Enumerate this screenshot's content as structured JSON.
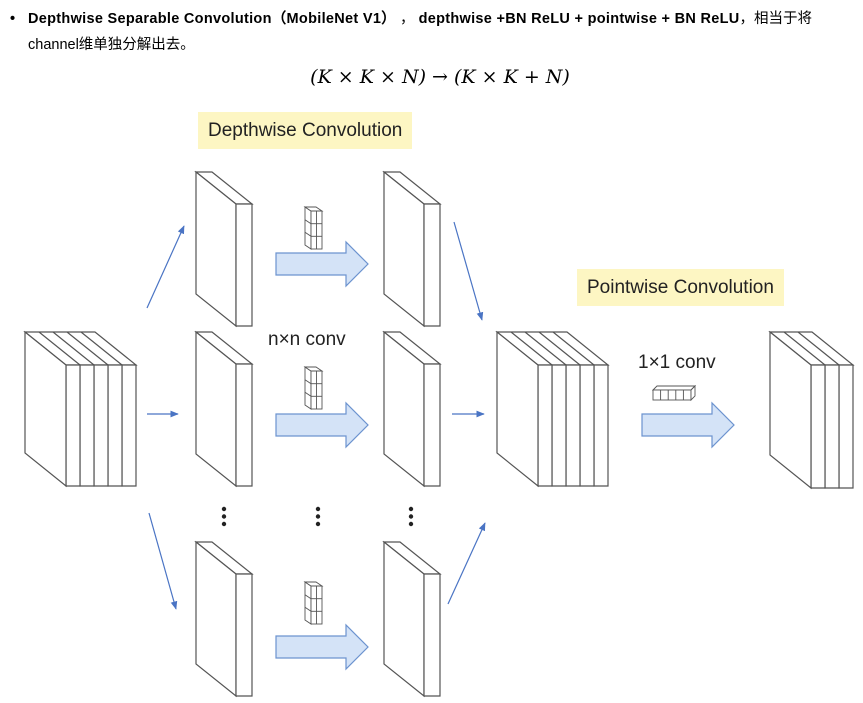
{
  "header": {
    "bullet": "•",
    "title_bold": "Depthwise Separable Convolution（MobileNet V1）",
    "sep1": " ， ",
    "formula_bold": "depthwise +BN ReLU + pointwise + BN ReLU",
    "sep2": "，",
    "description": "相当于将channel维单独分解出去。"
  },
  "formula": "(K × K × N) → (K × K + N)",
  "diagram": {
    "depthwise_label": "Depthwise Convolution",
    "pointwise_label": "Pointwise Convolution",
    "nxn_label": "n×n conv",
    "one_by_one_label": "1×1 conv"
  },
  "colors": {
    "label_bg": "#fdf6c3",
    "arrow_fill": "#d4e3f7",
    "arrow_stroke": "#6c93cf",
    "line_blue": "#4a74c4"
  }
}
